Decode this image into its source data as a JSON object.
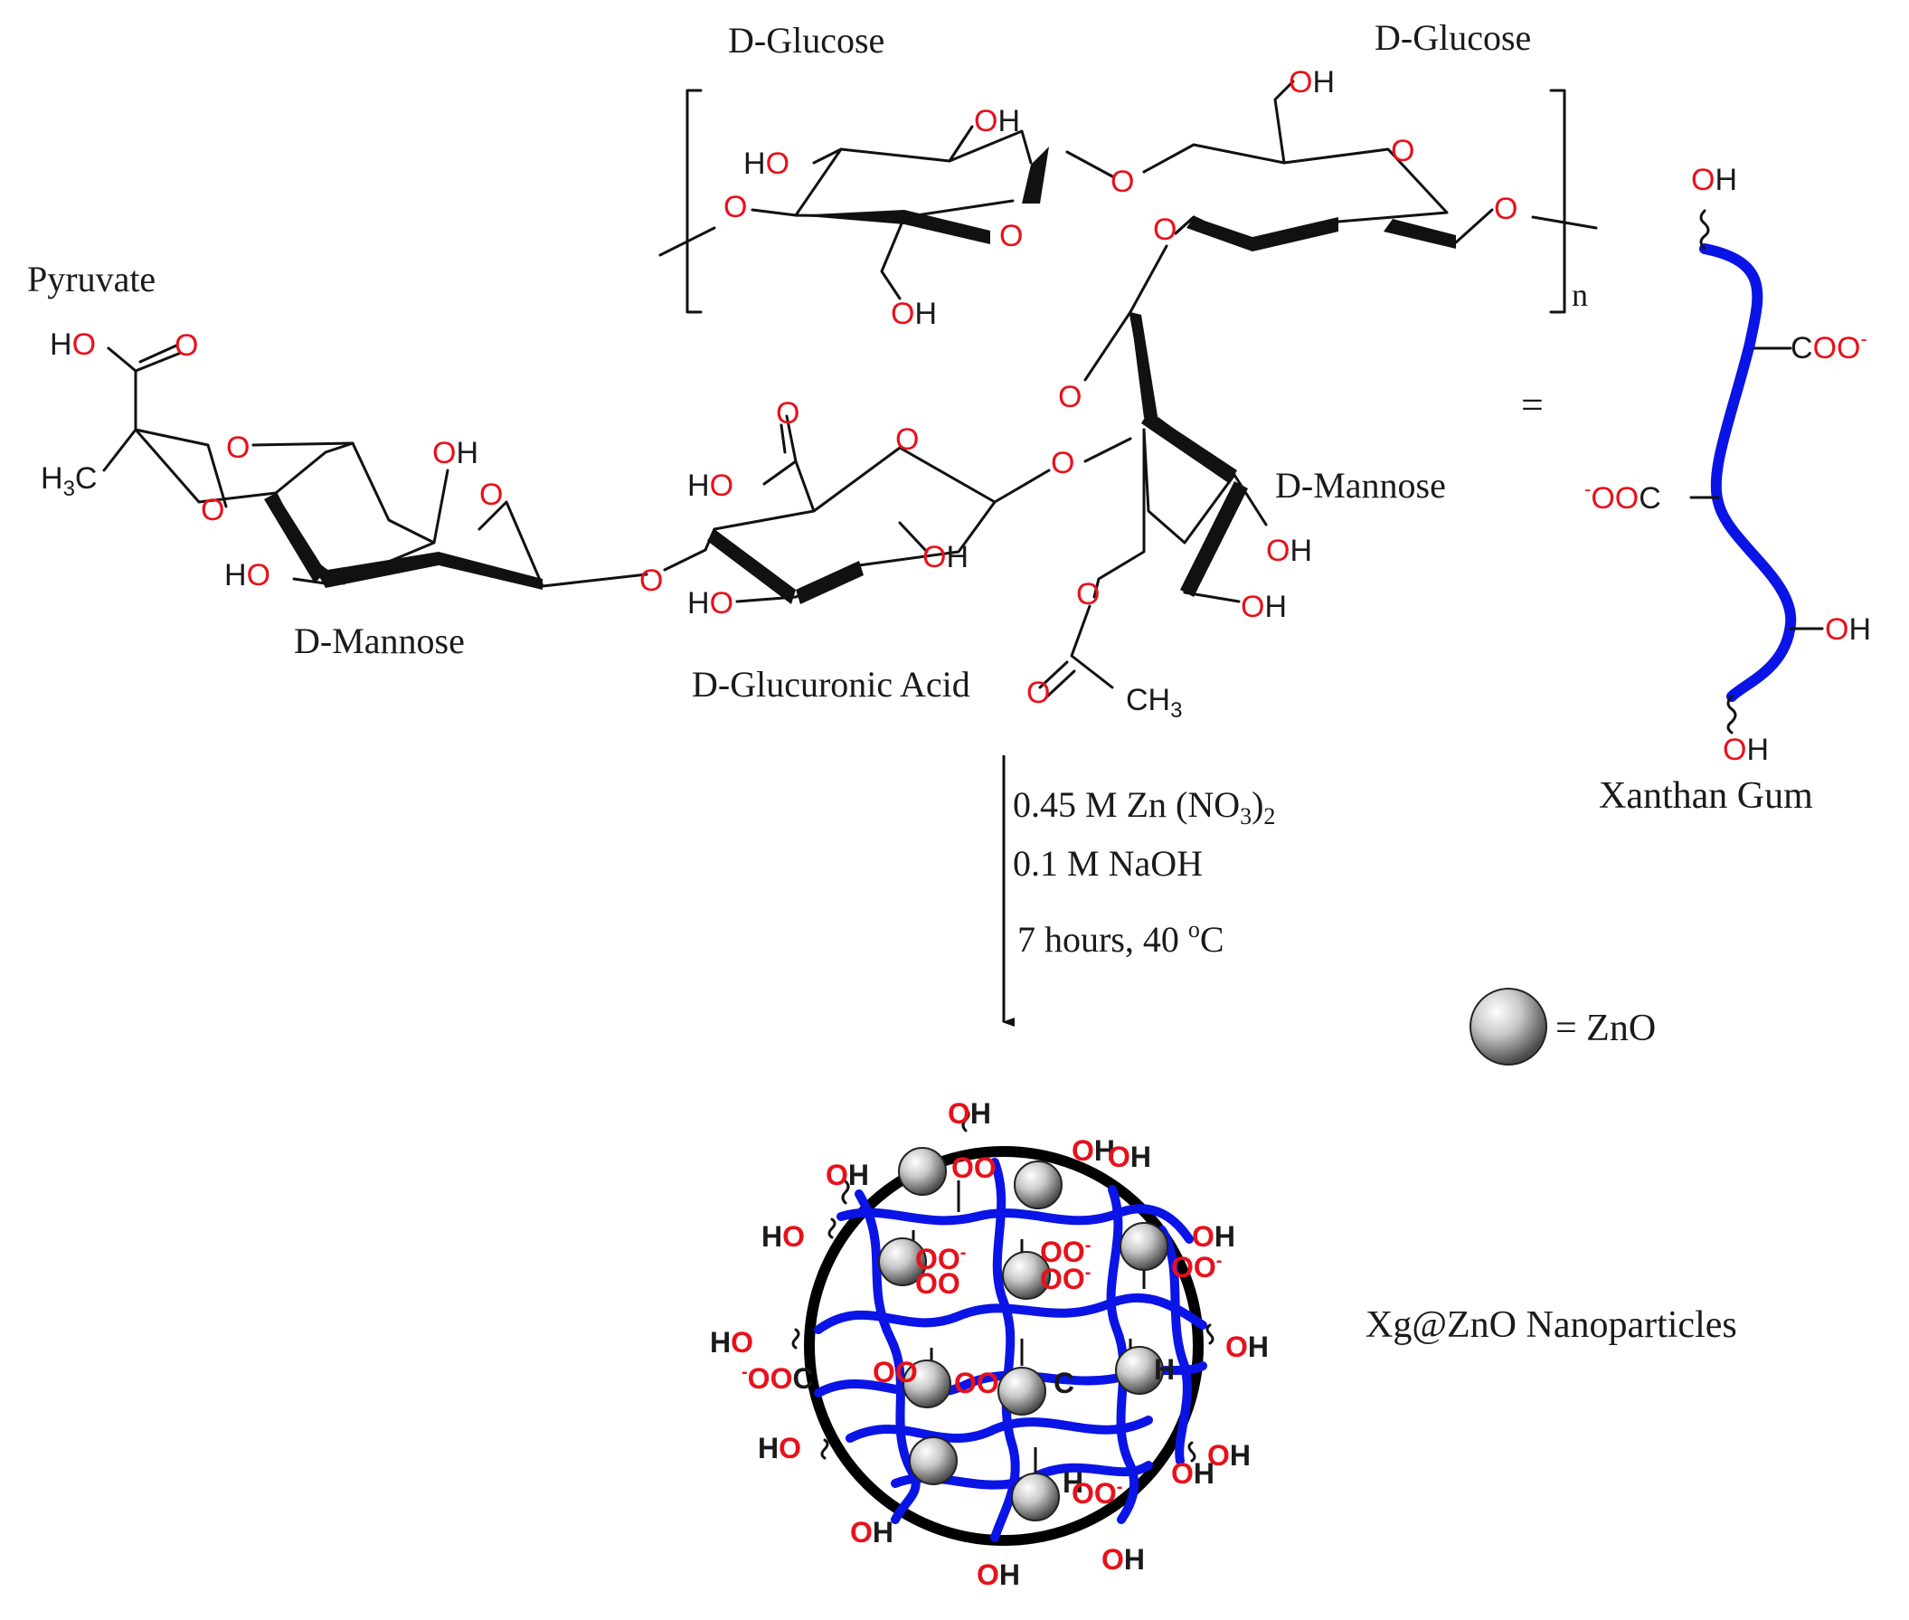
{
  "colors": {
    "oxygen": "#e8111a",
    "bond": "#111111",
    "polymer_chain": "#0a14e6",
    "nanoparticle_outline": "#000000",
    "zno_sphere": "#9a9a9a"
  },
  "structure": {
    "glucose_left_label": "D-Glucose",
    "glucose_right_label": "D-Glucose",
    "pyruvate_label": "Pyruvate",
    "mannose_left_label": "D-Mannose",
    "mannose_right_label": "D-Mannose",
    "glucuronic_label": "D-Glucuronic Acid",
    "repeat_subscript": "n",
    "equals": "="
  },
  "atoms": {
    "o": "O",
    "oh": "OH",
    "ho": "HO",
    "h": "H",
    "h3c_h": "H",
    "h3c_sub": "3",
    "h3c_c": "C",
    "ch3_c": "CH",
    "ch3_sub": "3",
    "coo_minus": "COO",
    "ooc_minus": "OOC",
    "minus": "-"
  },
  "xanthan": {
    "label": "Xanthan Gum"
  },
  "reaction": {
    "line1_main": "0.45 M Zn (NO",
    "line1_sub": "3",
    "line1_close": ")",
    "line1_sub2": "2",
    "line2": "0.1 M NaOH",
    "line3_main": "7 hours, 40 ",
    "line3_sup": "o",
    "line3_end": "C"
  },
  "legend": {
    "zno_label": "= ZnO"
  },
  "nanoparticle": {
    "label": "Xg@ZnO Nanoparticles",
    "fragments": {
      "oh": "OH",
      "ho": "HO",
      "oo_minus": "OO",
      "coo_frag": "-OOC",
      "minus": "-"
    }
  }
}
